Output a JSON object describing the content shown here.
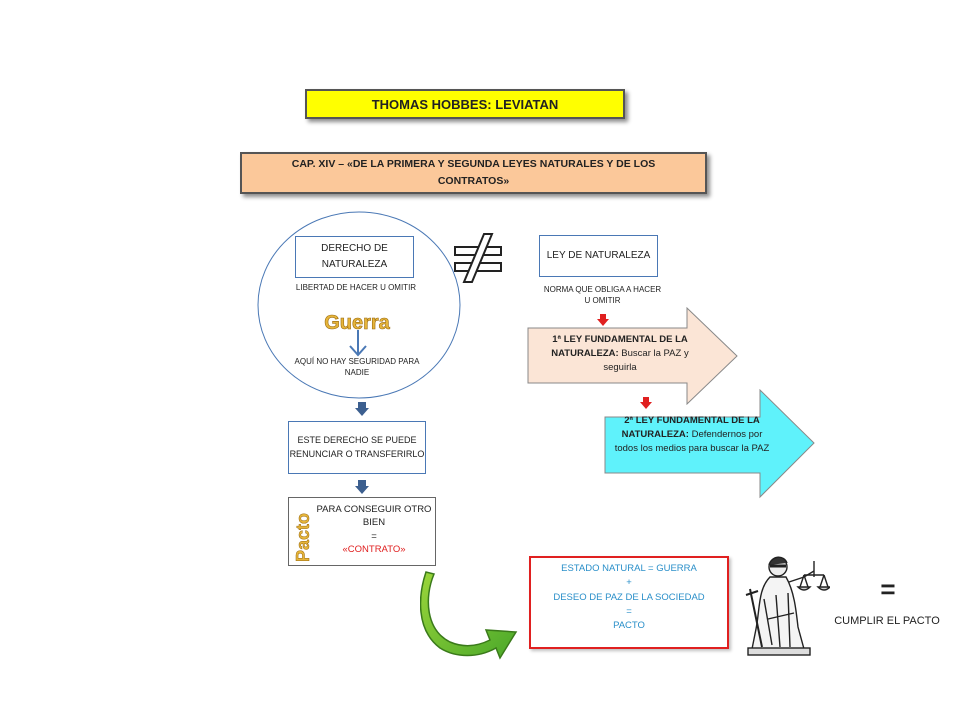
{
  "title": "THOMAS HOBBES: LEVIATAN",
  "chapter": "CAP. XIV – «DE LA PRIMERA Y SEGUNDA LEYES NATURALES Y DE LOS CONTRATOS»",
  "left": {
    "derecho_box": "DERECHO DE NATURALEZA",
    "libertad": "LIBERTAD DE HACER U OMITIR",
    "guerra": "Guerra",
    "seguridad": "AQUÍ NO HAY SEGURIDAD PARA NADIE",
    "renunciar": "ESTE DERECHO SE PUEDE RENUNCIAR O TRANSFERIRLO",
    "pacto_label": "Pacto",
    "pacto_text": "PARA CONSEGUIR OTRO BIEN",
    "pacto_equals": "=",
    "contrato": "«CONTRATO»"
  },
  "right": {
    "ley_box": "LEY DE NATURALEZA",
    "norma": "NORMA QUE OBLIGA A HACER U OMITIR",
    "ley1_bold": "1ª LEY FUNDAMENTAL DE LA NATURALEZA:",
    "ley1_text": "Buscar la PAZ y seguirla",
    "ley2_bold": "2ª LEY FUNDAMENTAL DE LA NATURALEZA:",
    "ley2_text": "Defendernos por todos los medios para buscar la PAZ"
  },
  "estado_box": {
    "line1": "ESTADO NATURAL = GUERRA",
    "line2": "+",
    "line3": "DESEO DE PAZ DE LA SOCIEDAD",
    "line4": "=",
    "line5": "PACTO"
  },
  "equals_sign": "=",
  "cumplir": "CUMPLIR EL PACTO",
  "colors": {
    "title_bg": "#ffff00",
    "chapter_bg": "#fbc89a",
    "arrow1_bg": "#fbe5d6",
    "arrow2_bg": "#5ff2fb",
    "estado_border": "#e02020",
    "estado_text": "#2a8fc9",
    "contrato_text": "#e02020",
    "guerra_fill": "#e6b53a",
    "pacto_fill": "#e6b53a",
    "blue_border": "#4a78b5"
  },
  "icons": [
    "not-equal-icon",
    "down-arrow-icon",
    "curved-arrow-icon",
    "justice-statue-icon"
  ]
}
